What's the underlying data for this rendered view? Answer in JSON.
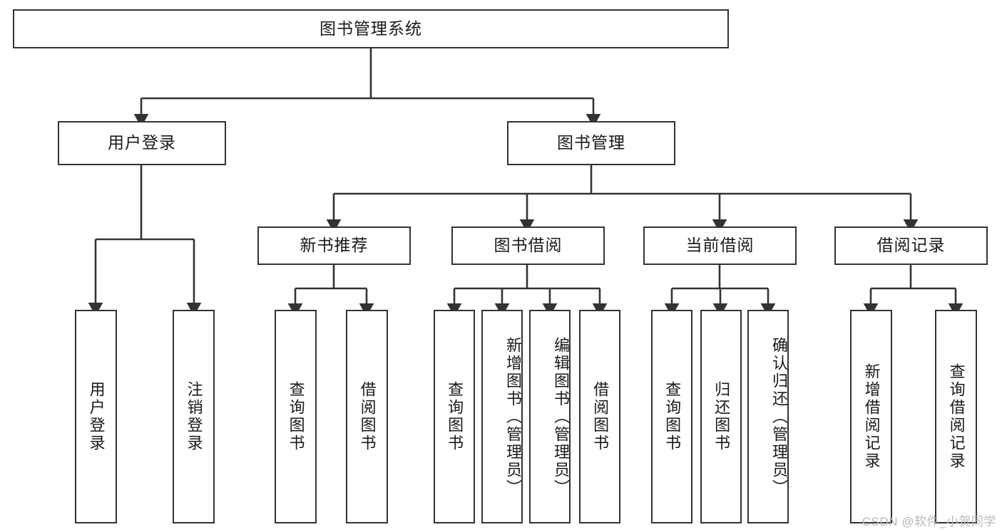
{
  "diagram": {
    "title": "图书管理系统",
    "watermark": "CSDN @软件_小贺同学",
    "colors": {
      "box_border": "#333333",
      "box_fill": "#ffffff",
      "edge": "#333333",
      "text": "#1a1a1a",
      "watermark": "#b9b9b9"
    },
    "nodes": {
      "root": "图书管理系统",
      "level2": {
        "user_login": "用户登录",
        "book_manage": "图书管理"
      },
      "level3": {
        "new_book_rec": "新书推荐",
        "book_borrow": "图书借阅",
        "current_borrow": "当前借阅",
        "borrow_record": "借阅记录"
      },
      "leaves": {
        "user_login_1": "用户登录",
        "user_login_2": "注销登录",
        "new_book_rec_1": "查询图书",
        "new_book_rec_2": "借阅图书",
        "book_borrow_1": "查询图书",
        "book_borrow_2": "新增图书（管理员）",
        "book_borrow_3": "编辑图书（管理员）",
        "book_borrow_4": "借阅图书",
        "current_borrow_1": "查询图书",
        "current_borrow_2": "归还图书",
        "current_borrow_3": "确认归还（管理员）",
        "borrow_record_1": "新增借阅记录",
        "borrow_record_2": "查询借阅记录"
      }
    }
  }
}
